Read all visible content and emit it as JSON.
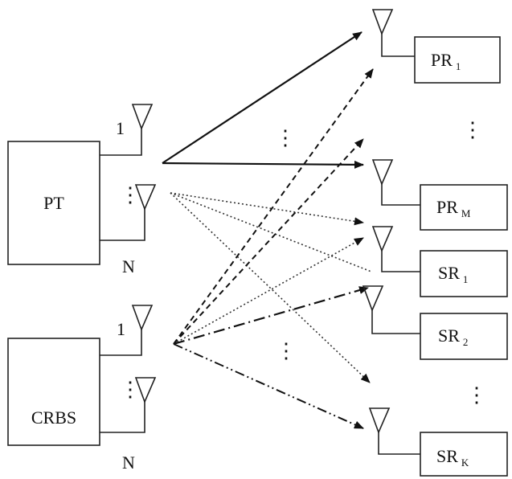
{
  "transmitters": {
    "pt": {
      "label": "PT",
      "antenna_top": "1",
      "antenna_bottom": "N"
    },
    "crbs": {
      "label": "CRBS",
      "antenna_top": "1",
      "antenna_bottom": "N"
    }
  },
  "receivers": [
    {
      "main": "PR",
      "sub": "1"
    },
    {
      "main": "PR",
      "sub": "M"
    },
    {
      "main": "SR",
      "sub": "1"
    },
    {
      "main": "SR",
      "sub": "2"
    },
    {
      "main": "SR",
      "sub": "K"
    }
  ],
  "ellipsis": "⋮"
}
